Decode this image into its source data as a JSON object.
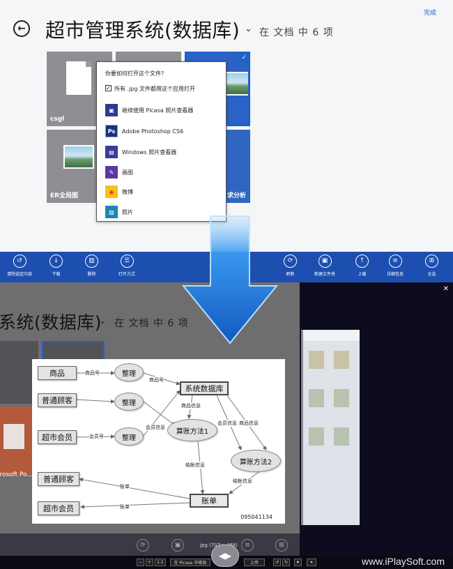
{
  "top": {
    "done": "完成",
    "title": "超市管理系统(数据库)",
    "subtitle": "在 文档 中  6 项",
    "tiles": [
      {
        "label": "csgl"
      },
      {
        "label": "ER全局图"
      },
      {
        "label": "求分析"
      }
    ],
    "popup": {
      "question": "你要如何打开这个文件?",
      "checkbox_label": "所有 .jpg 文件都用这个应用打开",
      "checkbox_checked": true,
      "apps": [
        {
          "name": "继续使用 Picasa 照片查看器",
          "icon": "picasa-icon",
          "color": "#2f3a8f"
        },
        {
          "name": "Adobe Photoshop CS6",
          "icon": "photoshop-icon",
          "color": "#1c2f80",
          "glyph": "Ps"
        },
        {
          "name": "Windows 照片查看器",
          "icon": "photo-viewer-icon",
          "color": "#3b3b9c"
        },
        {
          "name": "画图",
          "icon": "paint-icon",
          "color": "#5b3aa0"
        },
        {
          "name": "微博",
          "icon": "weibo-icon",
          "color": "#f1c21b"
        },
        {
          "name": "照片",
          "icon": "photos-icon",
          "color": "#1d84b5"
        }
      ]
    },
    "appbar": {
      "left": [
        {
          "label": "清除选定内容",
          "icon": "clear-selection-icon",
          "glyph": "↺"
        },
        {
          "label": "下载",
          "icon": "download-icon",
          "glyph": "↓"
        },
        {
          "label": "删除",
          "icon": "delete-icon",
          "glyph": "🗑"
        },
        {
          "label": "打开方式",
          "icon": "open-with-icon",
          "glyph": "☰"
        }
      ],
      "right": [
        {
          "label": "刷新",
          "icon": "refresh-icon",
          "glyph": "⟳"
        },
        {
          "label": "新建文件夹",
          "icon": "new-folder-icon",
          "glyph": "▣"
        },
        {
          "label": "上载",
          "icon": "upload-icon",
          "glyph": "↑"
        },
        {
          "label": "详细信息",
          "icon": "details-icon",
          "glyph": "≡"
        },
        {
          "label": "全选",
          "icon": "select-all-icon",
          "glyph": "⊞"
        }
      ]
    }
  },
  "bottom": {
    "title": "系统(数据库)",
    "subtitle": "在 文档 中  6 项",
    "tile_label": "icrosoft Po...",
    "diagram": {
      "nodes": {
        "goods": "商品",
        "normal_customer": "普通顾客",
        "member": "超市会员",
        "tidy1": "整理",
        "tidy2": "整理",
        "tidy3": "整理",
        "system_db": "系统数据库",
        "algo1": "算账方法1",
        "algo2": "算账方法2",
        "normal_customer_2": "普通顾客",
        "member_2": "超市会员",
        "bill": "账单"
      },
      "edges": {
        "goods_no": "商品号",
        "goods_no_2": "商品号",
        "member_no": "会员号",
        "goods_info_1": "商品信息",
        "member_info_1": "会员信息",
        "member_info_2": "会员信息",
        "goods_info_2": "商品信息",
        "checkout_info_1": "结帐信息",
        "checkout_info_2": "结帐信息",
        "bill_1": "账单",
        "bill_2": "账单"
      },
      "code": "095041134"
    },
    "viewer": {
      "info": "jpg (707 x 468)",
      "zoom": "1:1",
      "picasa_btn": "在 Picasa 中修改",
      "upload_btn": "上传"
    },
    "site": "www.iPlaySoft.com"
  },
  "colors": {
    "accent": "#1d4fb0",
    "link": "#1e63c9"
  }
}
